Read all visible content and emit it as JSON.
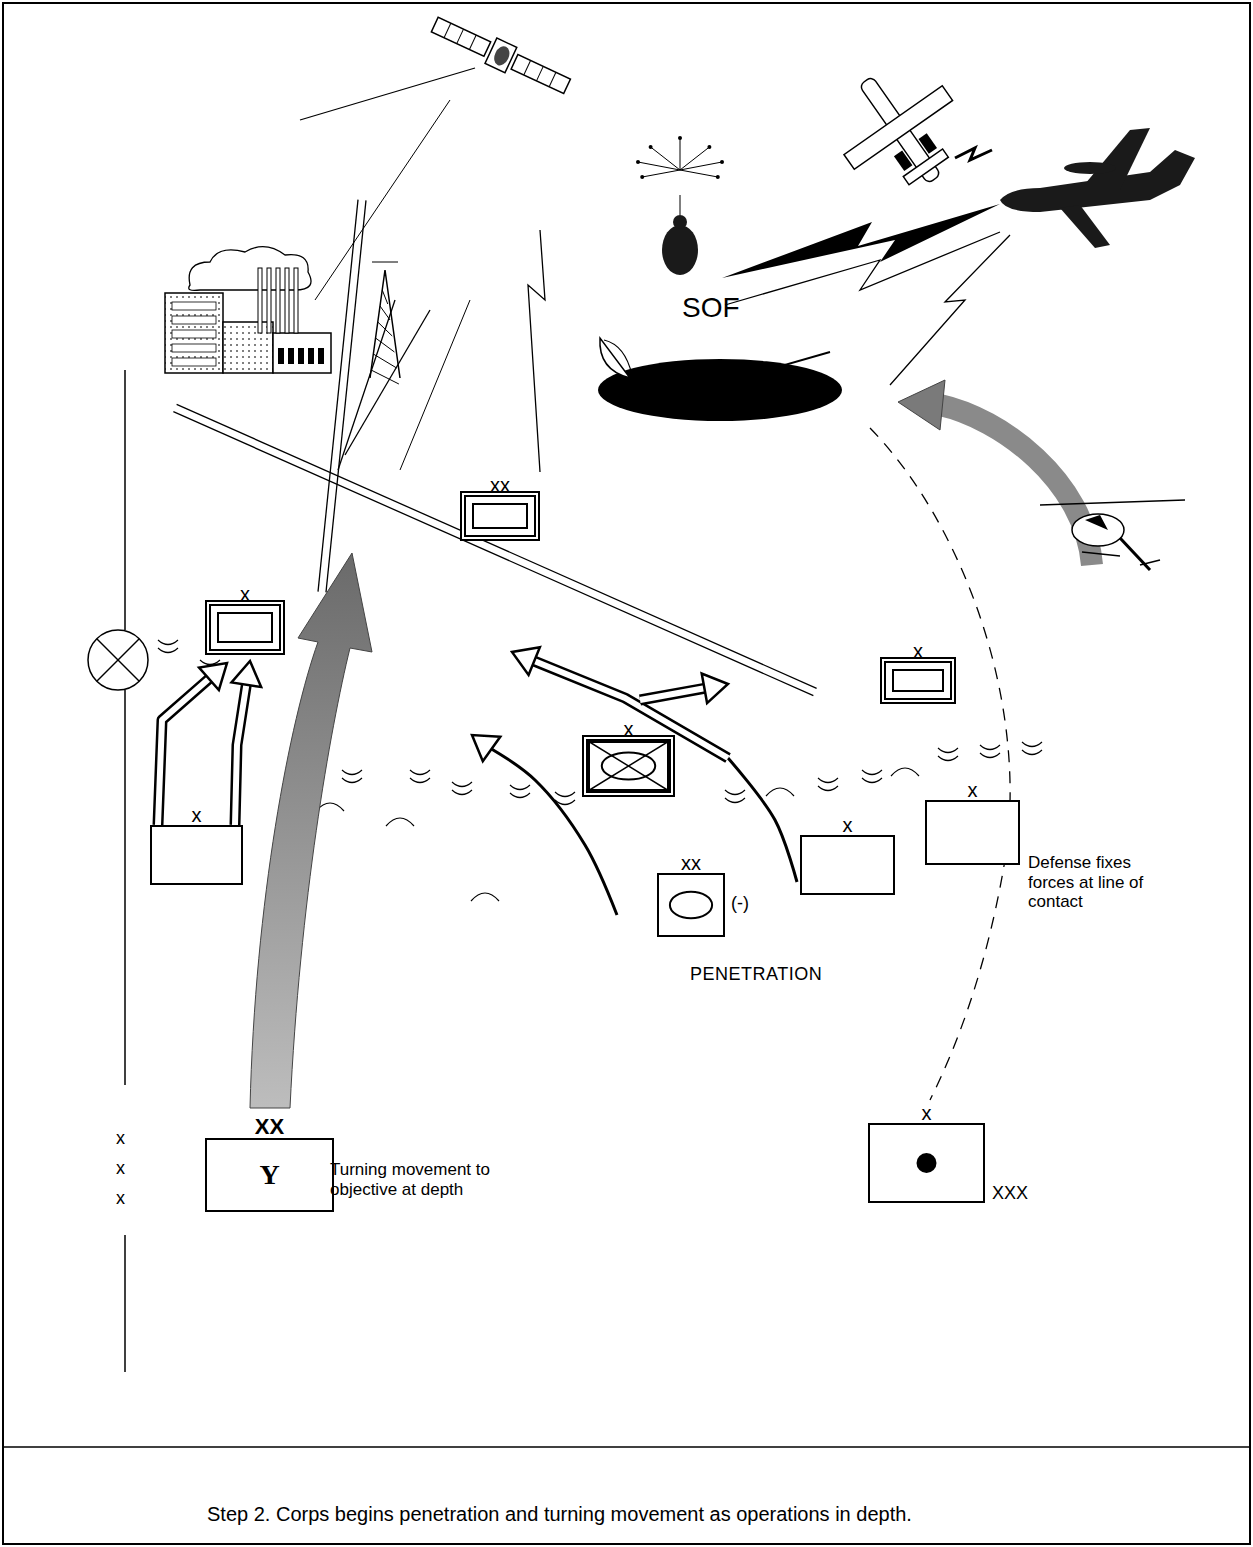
{
  "diagram": {
    "caption": "Step 2.  Corps begins penetration and turning movement as operations in depth.",
    "nodes": [
      {
        "text": [
          "xx"
        ]
      },
      {
        "text": [
          "x"
        ]
      },
      {
        "text": [
          "x"
        ]
      },
      {
        "text": [
          "x"
        ]
      },
      {
        "text": [
          "x"
        ]
      },
      {
        "text": [
          "xx"
        ]
      },
      {
        "text": [
          "x"
        ]
      },
      {
        "text": [
          "x"
        ]
      },
      {
        "text": [
          "XX",
          "Y"
        ]
      },
      {
        "text": [
          "x"
        ]
      }
    ],
    "edges": [
      {
        "from": 4,
        "to": 1,
        "arrow": "to"
      },
      {
        "from": 4,
        "to": 1,
        "arrow": "to"
      }
    ],
    "labels": [
      "SOF",
      "PENETRATION",
      "(-)",
      "Defense fixes forces at line of contact",
      "Turning movement to objective at depth",
      "XXX",
      "x",
      "x",
      "x"
    ]
  }
}
